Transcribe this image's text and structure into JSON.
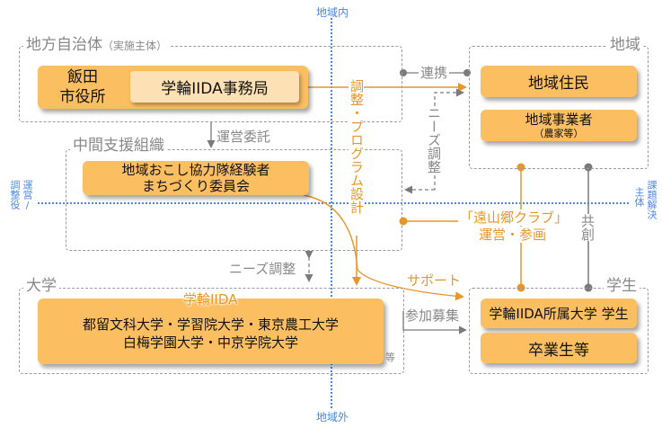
{
  "axes": {
    "top": "地域内",
    "bottom": "地域外",
    "left_outer": "調整役",
    "left_inner": "運営/",
    "right_outer": "課題解決",
    "right_inner": "主体"
  },
  "groups": {
    "local_gov": {
      "label": "地方自治体",
      "sublabel": "（実施主体）"
    },
    "region": {
      "label": "地域"
    },
    "intermediate": {
      "label": "中間支援組織"
    },
    "university": {
      "label": "大学"
    },
    "students": {
      "label": "学生"
    }
  },
  "nodes": {
    "iida_city_line1": "飯田",
    "iida_city_line2": "市役所",
    "gakurin_office": "学輪IIDA事務局",
    "residents": "地域住民",
    "businesses": "地域事業者",
    "businesses_sub": "（農家等）",
    "intermediate_line1": "地域おこし協力隊経験者",
    "intermediate_line2": "まちづくり委員会",
    "university_title": "学輪IIDA",
    "university_line1": "都留文科大学・学習院大学・東京農工大学",
    "university_line2": "白梅学園大学・中京学院大学",
    "university_etc": "等",
    "students_main": "学輪IIDA所属大学 学生",
    "graduates": "卒業生等"
  },
  "edges": {
    "cooperation": "連携",
    "outsourcing": "運営委託",
    "coordination_program": "調整・プログラム設計",
    "needs_adjust_vertical": "ニーズ調整",
    "needs_adjust_horizontal": "ニーズ調整",
    "club_line1": "「遠山郷クラブ」",
    "club_line2": "運営・参画",
    "co_creation": "共創",
    "support": "サポート",
    "recruitment": "参加募集"
  },
  "colors": {
    "orange_box": "#fbbf62",
    "orange_line": "#e8962a",
    "gray_line": "#7a7a7a",
    "blue_axis": "#4f88d6"
  }
}
